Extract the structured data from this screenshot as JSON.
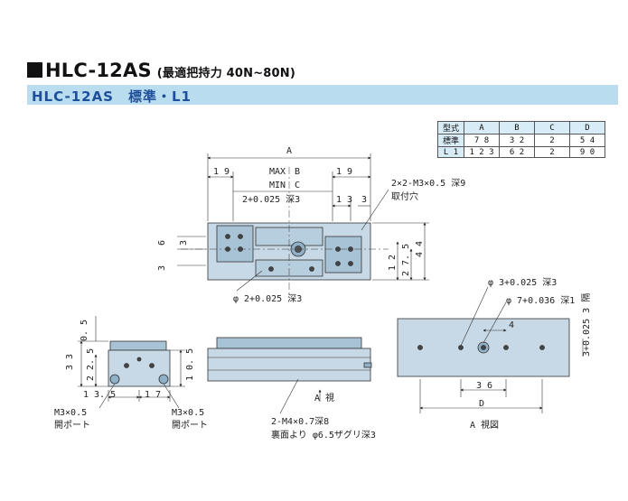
{
  "header": {
    "model": "HLC-12AS",
    "grip_force": "(最適把持力 40N~80N)",
    "variant_band": "HLC-12AS　標準・L1"
  },
  "spec_table": {
    "columns": [
      "型式",
      "A",
      "B",
      "C",
      "D"
    ],
    "rows": [
      [
        "標準",
        "7 8",
        "3 2",
        "2",
        "5 4"
      ],
      [
        "L 1",
        "1 2 3",
        "6 2",
        "2",
        "9 0"
      ]
    ]
  },
  "top_view": {
    "dim_A": "A",
    "dim_19_left": "1 9",
    "max_label": "MAX　B",
    "min_label": "MIN　C",
    "dim_19_right": "1 9",
    "pin_hole_note": "2×2-M3×0.5 深9",
    "pin_hole_note2": "取付穴",
    "depth_note": "2+0.025 深3",
    "dim_13": "1 3",
    "dim_3": "3",
    "dim_6": "6",
    "dim_3b": "3",
    "dim_3c": "3",
    "dim_12": "1 2",
    "dim_27_5": "2 7. 5",
    "dim_44": "4 4",
    "phi_note": "φ 2+0.025 深3"
  },
  "side_view": {
    "dim_0_5": "0. 5",
    "dim_33": "3 3",
    "dim_22_5": "2 2. 5",
    "dim_10_5": "1 0. 5",
    "dim_13_5": "1 3. 5",
    "dim_17": "1 7",
    "m3_left": "M3×0.5",
    "port_left": "開ポート",
    "m3_right": "M3×0.5",
    "port_right": "開ポート"
  },
  "front_view": {
    "arrow_label": "A 視",
    "note1": "2-M4×0.7深8",
    "note2": "裏面より φ6.5ザグリ深3"
  },
  "bottom_view": {
    "phi3": "φ 3+0.025 深3",
    "phi7": "φ 7+0.036 深1",
    "right_dim": "3+0.025 3 隔",
    "dim_4": "4",
    "dim_36": "3 6",
    "dim_D": "D",
    "caption": "A 視図"
  }
}
